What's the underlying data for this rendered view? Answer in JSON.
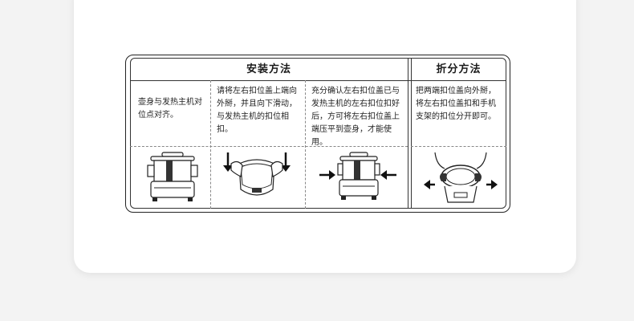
{
  "install": {
    "title": "安装方法",
    "steps": [
      {
        "text": "壶身与发热主机对位点对齐。",
        "icon": "pot-on-base-illustration"
      },
      {
        "text": "请将左右扣位盖上端向外掰，并且向下滑动，与发热主机的扣位相扣。",
        "icon": "press-down-clips-illustration"
      },
      {
        "text": "充分确认左右扣位盖已与发热主机的左右扣位扣好后，方可将左右扣位盖上端压平到壶身，才能使用。",
        "icon": "push-in-clips-illustration"
      }
    ]
  },
  "fold": {
    "title": "折分方法",
    "steps": [
      {
        "text": "把两端扣位盖向外掰，将左右扣位盖扣和手机支架的扣位分开即可。",
        "icon": "pull-apart-illustration"
      }
    ]
  }
}
